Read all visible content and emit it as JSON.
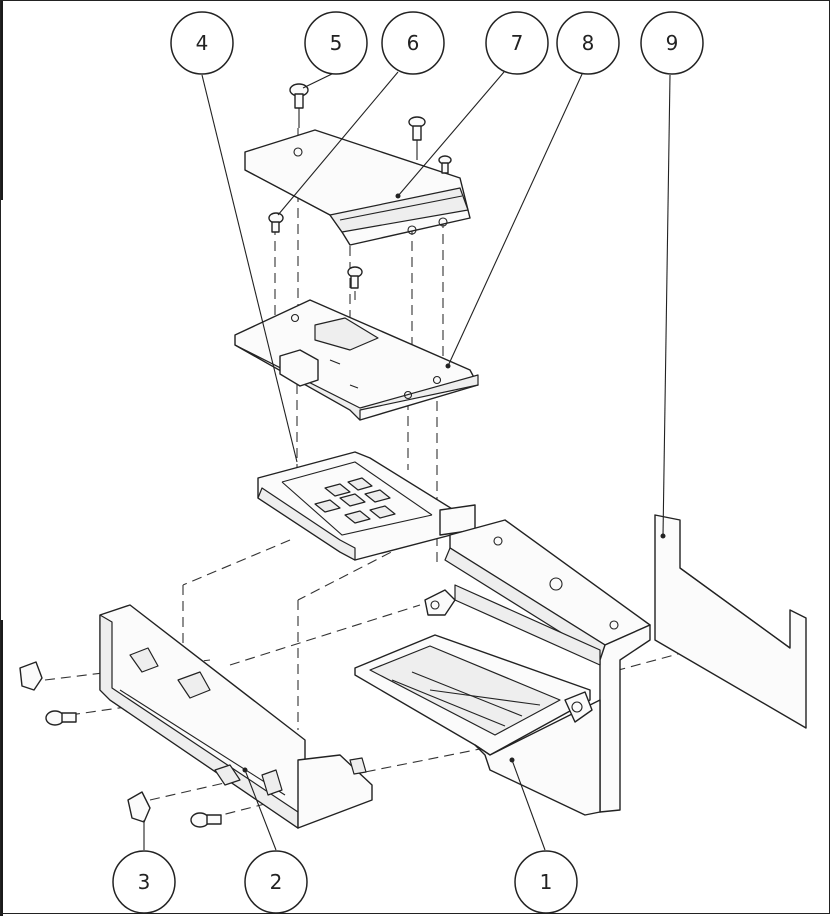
{
  "diagram": {
    "callouts": [
      {
        "id": "c1",
        "label": "1"
      },
      {
        "id": "c2",
        "label": "2"
      },
      {
        "id": "c3",
        "label": "3"
      },
      {
        "id": "c4",
        "label": "4"
      },
      {
        "id": "c5",
        "label": "5"
      },
      {
        "id": "c6",
        "label": "6"
      },
      {
        "id": "c7",
        "label": "7"
      },
      {
        "id": "c8",
        "label": "8"
      },
      {
        "id": "c9",
        "label": "9"
      }
    ],
    "colors": {
      "line": "#222222",
      "paper": "#ffffff"
    }
  }
}
